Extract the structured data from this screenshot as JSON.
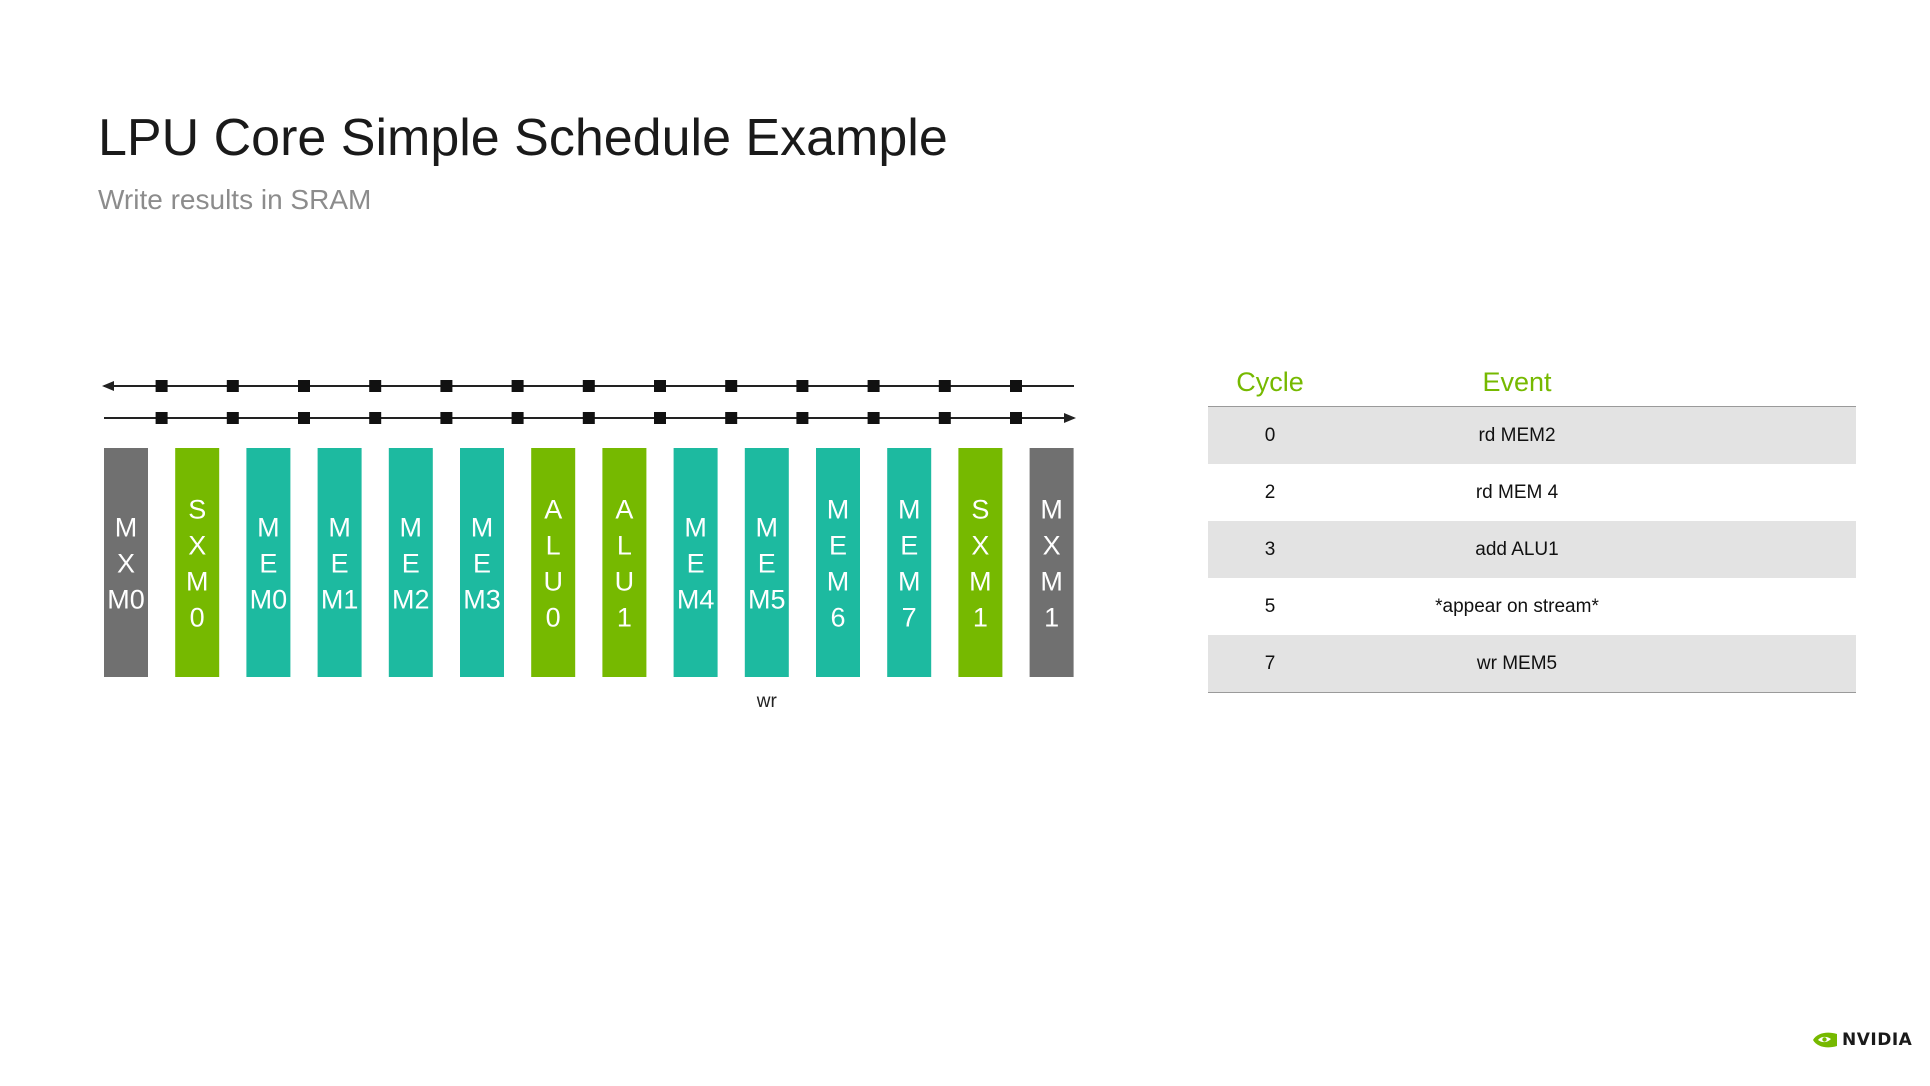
{
  "slide": {
    "title": "LPU Core Simple Schedule Example",
    "subtitle": "Write results in SRAM"
  },
  "colors": {
    "gray_unit": "#707070",
    "green_unit": "#76b900",
    "teal_unit": "#1dbaa0",
    "accent": "#76b900"
  },
  "diagram": {
    "units": [
      {
        "id": "mxm0",
        "lines": [
          "M",
          "X",
          "M0"
        ],
        "color": "gray"
      },
      {
        "id": "sxm0",
        "lines": [
          "S",
          "X",
          "M",
          "0"
        ],
        "color": "green"
      },
      {
        "id": "mem0",
        "lines": [
          "M",
          "E",
          "M0"
        ],
        "color": "teal"
      },
      {
        "id": "mem1",
        "lines": [
          "M",
          "E",
          "M1"
        ],
        "color": "teal"
      },
      {
        "id": "mem2",
        "lines": [
          "M",
          "E",
          "M2"
        ],
        "color": "teal"
      },
      {
        "id": "mem3",
        "lines": [
          "M",
          "E",
          "M3"
        ],
        "color": "teal"
      },
      {
        "id": "alu0",
        "lines": [
          "A",
          "L",
          "U",
          "0"
        ],
        "color": "green"
      },
      {
        "id": "alu1",
        "lines": [
          "A",
          "L",
          "U",
          "1"
        ],
        "color": "green"
      },
      {
        "id": "mem4",
        "lines": [
          "M",
          "E",
          "M4"
        ],
        "color": "teal"
      },
      {
        "id": "mem5",
        "lines": [
          "M",
          "E",
          "M5"
        ],
        "color": "teal"
      },
      {
        "id": "mem6",
        "lines": [
          "M",
          "E",
          "M",
          "6"
        ],
        "color": "teal"
      },
      {
        "id": "mem7",
        "lines": [
          "M",
          "E",
          "M",
          "7"
        ],
        "color": "teal"
      },
      {
        "id": "sxm1",
        "lines": [
          "S",
          "X",
          "M",
          "1"
        ],
        "color": "green"
      },
      {
        "id": "mxm1",
        "lines": [
          "M",
          "X",
          "M",
          "1"
        ],
        "color": "gray"
      }
    ],
    "streams": [
      {
        "direction": "left"
      },
      {
        "direction": "right"
      }
    ],
    "annotation": {
      "unit": "mem5",
      "label": "wr"
    }
  },
  "schedule": {
    "headers": {
      "cycle": "Cycle",
      "event": "Event"
    },
    "rows": [
      {
        "cycle": "0",
        "event": "rd MEM2"
      },
      {
        "cycle": "2",
        "event": "rd MEM 4"
      },
      {
        "cycle": "3",
        "event": "add ALU1"
      },
      {
        "cycle": "5",
        "event": "*appear on stream*"
      },
      {
        "cycle": "7",
        "event": "wr MEM5"
      }
    ]
  },
  "logo": {
    "text": "NVIDIA"
  }
}
